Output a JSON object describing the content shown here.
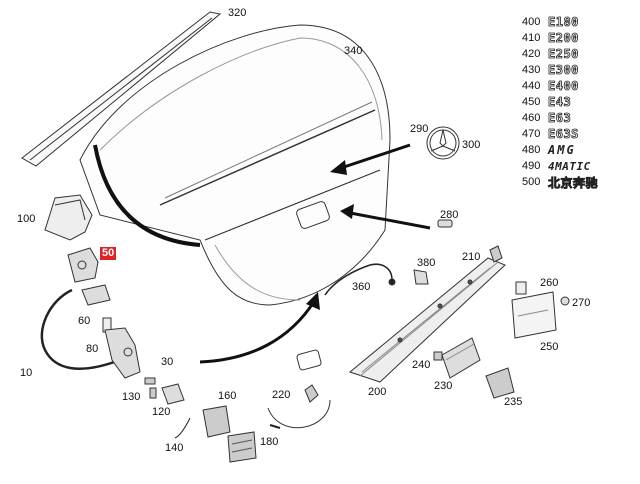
{
  "callouts": {
    "c320": "320",
    "c340": "340",
    "c290": "290",
    "c300": "300",
    "c100": "100",
    "c50": "50",
    "c280": "280",
    "c210": "210",
    "c380": "380",
    "c360": "360",
    "c260": "260",
    "c270": "270",
    "c250": "250",
    "c60": "60",
    "c80": "80",
    "c30": "30",
    "c10": "10",
    "c130": "130",
    "c120": "120",
    "c140": "140",
    "c160": "160",
    "c180": "180",
    "c220": "220",
    "c200": "200",
    "c240": "240",
    "c230": "230",
    "c235": "235"
  },
  "highlight_color": "#e22222",
  "badges": [
    {
      "num": "400",
      "name": "E180"
    },
    {
      "num": "410",
      "name": "E200"
    },
    {
      "num": "420",
      "name": "E250"
    },
    {
      "num": "430",
      "name": "E300"
    },
    {
      "num": "440",
      "name": "E400"
    },
    {
      "num": "450",
      "name": "E43"
    },
    {
      "num": "460",
      "name": "E63"
    },
    {
      "num": "470",
      "name": "E63S"
    },
    {
      "num": "480",
      "name": "AMG"
    },
    {
      "num": "490",
      "name": "4MATIC"
    },
    {
      "num": "500",
      "name": "北京奔驰"
    }
  ]
}
